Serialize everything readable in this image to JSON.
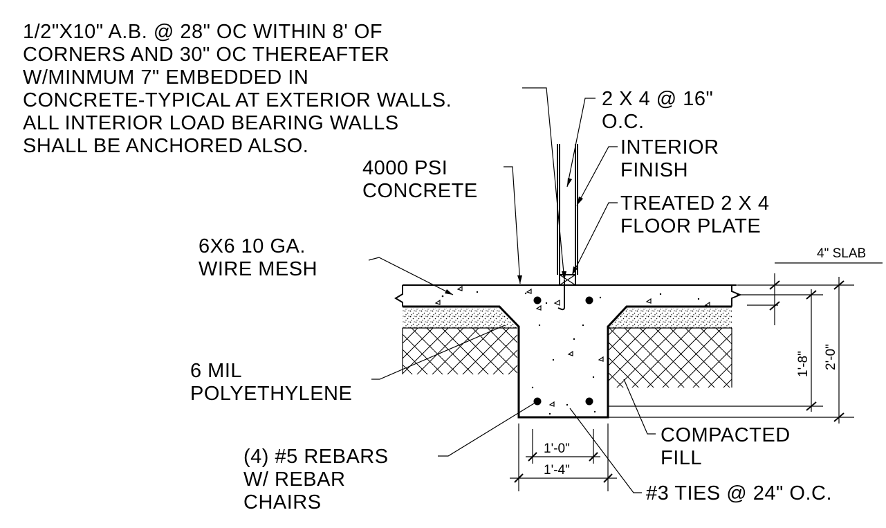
{
  "notes": {
    "anchor_bolt": [
      "1/2\"X10\" A.B. @ 28\" OC WITHIN 8' OF",
      "CORNERS AND 30\" OC THEREAFTER",
      "W/MINMUM 7\" EMBEDDED IN",
      "CONCRETE-TYPICAL AT EXTERIOR WALLS.",
      "ALL INTERIOR LOAD BEARING WALLS",
      "SHALL BE ANCHORED ALSO."
    ],
    "stud": [
      "2 X 4 @ 16\"",
      "O.C."
    ],
    "interior_finish": [
      "INTERIOR",
      "FINISH"
    ],
    "concrete": [
      "4000 PSI",
      "CONCRETE"
    ],
    "floor_plate": [
      "TREATED 2 X 4",
      "FLOOR PLATE"
    ],
    "wire_mesh": [
      "6X6 10 GA.",
      "WIRE MESH"
    ],
    "poly": [
      "6 MIL",
      "POLYETHYLENE"
    ],
    "rebars": [
      "(4) #5 REBARS",
      "W/ REBAR",
      "CHAIRS"
    ],
    "fill": [
      "COMPACTED",
      "FILL"
    ],
    "ties": "#3 TIES @ 24\" O.C."
  },
  "dimensions": {
    "slab": "4\" SLAB",
    "depth_inner": "1'-8\"",
    "depth_total": "2'-0\"",
    "width_inner": "1'-0\"",
    "width_outer": "1'-4\""
  }
}
